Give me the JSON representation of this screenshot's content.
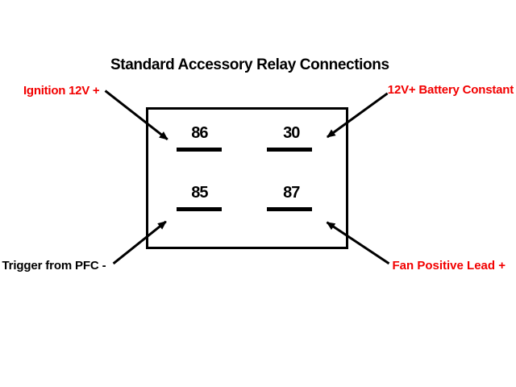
{
  "title": "Standard Accessory Relay Connections",
  "colors": {
    "background": "#ffffff",
    "ink": "#000000",
    "label_red": "#f20000"
  },
  "relay": {
    "terminals": [
      {
        "pin": "86",
        "position": "top-left"
      },
      {
        "pin": "30",
        "position": "top-right"
      },
      {
        "pin": "85",
        "position": "bottom-left"
      },
      {
        "pin": "87",
        "position": "bottom-right"
      }
    ]
  },
  "labels": [
    {
      "text": "Ignition 12V +",
      "color": "red",
      "position": "top-left",
      "connects_to_pin": "86"
    },
    {
      "text": "12V+ Battery Constant",
      "color": "red",
      "position": "top-right",
      "connects_to_pin": "30"
    },
    {
      "text": "Trigger from PFC -",
      "color": "black",
      "position": "bottom-left",
      "connects_to_pin": "85"
    },
    {
      "text": "Fan Positive Lead +",
      "color": "red",
      "position": "bottom-right",
      "connects_to_pin": "87"
    }
  ]
}
